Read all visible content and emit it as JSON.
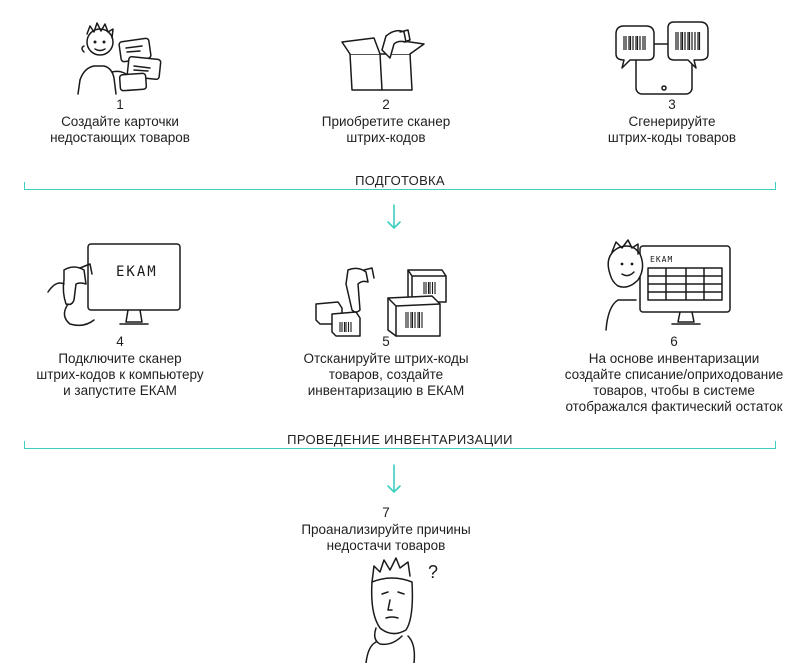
{
  "steps": [
    {
      "number": "1",
      "lines": [
        "Создайте карточки",
        "недостающих товаров"
      ]
    },
    {
      "number": "2",
      "lines": [
        "Приобретите сканер",
        "штрих-кодов"
      ]
    },
    {
      "number": "3",
      "lines": [
        "Сгенерируйте",
        "штрих-коды товаров"
      ]
    },
    {
      "number": "4",
      "lines": [
        "Подключите сканер",
        "штрих-кодов к компьютеру",
        "и запустите ЕКАМ"
      ]
    },
    {
      "number": "5",
      "lines": [
        "Отсканируйте штрих-коды",
        "товаров, создайте",
        "инвентаризацию в ЕКАМ"
      ]
    },
    {
      "number": "6",
      "lines": [
        "На основе инвентаризации",
        "создайте списание/оприходование",
        "товаров, чтобы в системе",
        "отображался фактический остаток"
      ]
    },
    {
      "number": "7",
      "lines": [
        "Проанализируйте причины",
        "недостачи товаров"
      ]
    }
  ],
  "sections": {
    "preparation": "ПОДГОТОВКА",
    "inventory": "ПРОВЕДЕНИЕ ИНВЕНТАРИЗАЦИИ"
  },
  "screen_text": {
    "monitor_4": "EKAM",
    "monitor_6": "EKAM",
    "question_mark": "?"
  },
  "colors": {
    "accent": "#3ecfc0",
    "ink": "#1a1a1a"
  }
}
